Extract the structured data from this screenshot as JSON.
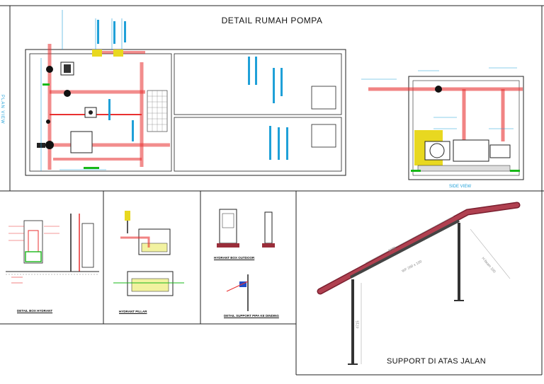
{
  "title": "DETAIL RUMAH POMPA",
  "views": {
    "plan": "PLAN VIEW",
    "side": "SIDE VIEW"
  },
  "details": {
    "hydrant_box": "DETAIL BOX HYDRANT",
    "pillar": "HYDRANT PILLAR",
    "box_outdoor": "HYDRANT BOX OUTDOOR",
    "support_wall": "DETAIL SUPPORT PIPA KE DINDING",
    "support_road": "SUPPORT DI ATAS JALAN"
  },
  "dimensions": {
    "span": "3000",
    "height": "4715",
    "wf": "WF 200 x 100",
    "hbeam": "H beam 100"
  },
  "colors": {
    "pipe": "#e83030",
    "annotation": "#1fa0d8",
    "equipment": "#e8d820",
    "ground": "#18b818",
    "steel": "#9a2e3a"
  }
}
